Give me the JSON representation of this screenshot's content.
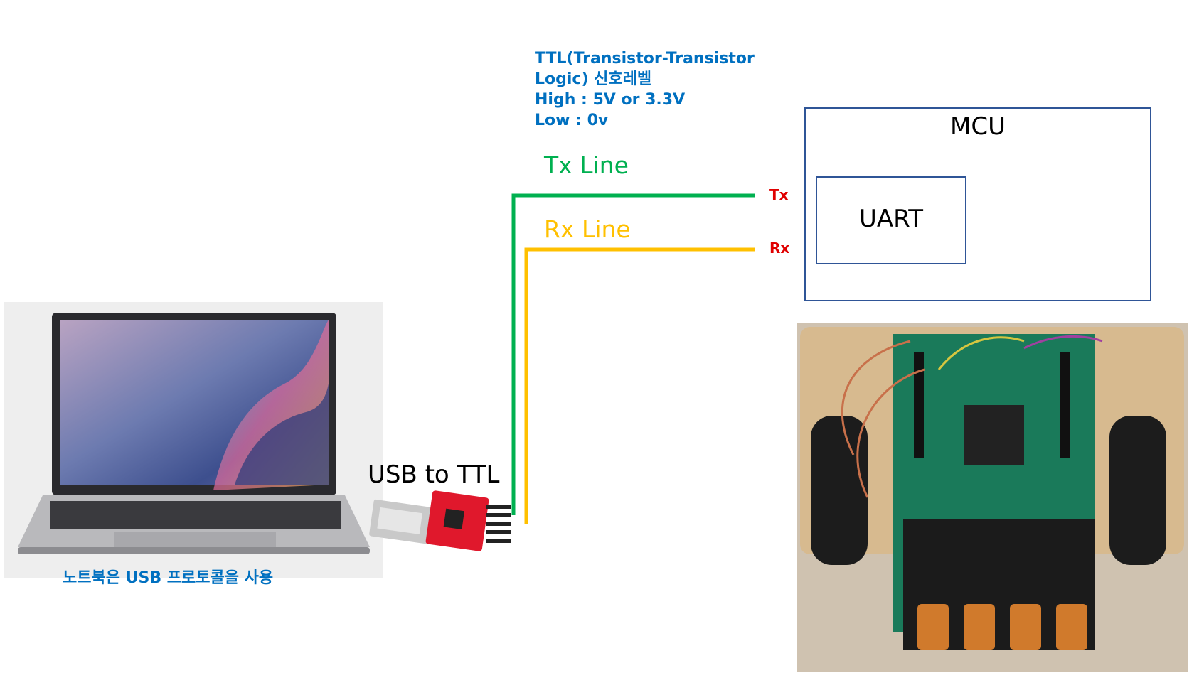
{
  "ttl_note": {
    "line1": "TTL(Transistor-Transistor",
    "line2": "Logic) 신호레벨",
    "line3": "High : 5V or 3.3V",
    "line4": "Low : 0v"
  },
  "tx_line_label": "Tx Line",
  "rx_line_label": "Rx Line",
  "tx_pin_label": "Tx",
  "rx_pin_label": "Rx",
  "mcu_label": "MCU",
  "uart_label": "UART",
  "usb_label": "USB to TTL",
  "laptop_caption": "노트북은 USB 프로토콜을 사용",
  "colors": {
    "tx_line": "#00b050",
    "rx_line": "#ffc000",
    "note_text": "#0070c0",
    "pin_text": "#e00000",
    "box_border": "#2f5597"
  }
}
